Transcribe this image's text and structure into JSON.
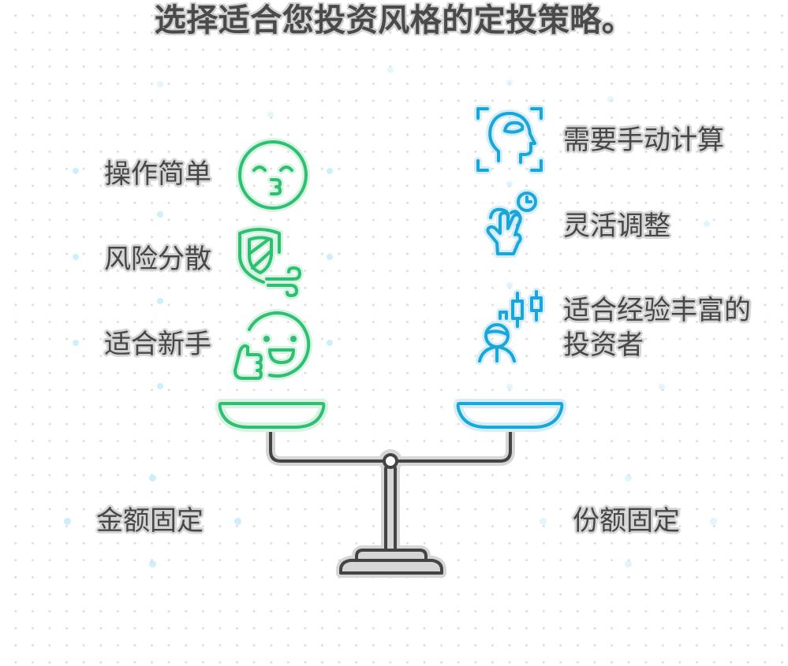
{
  "title": "选择适合您投资风格的定投策略。",
  "colors": {
    "green": "#2fbf71",
    "green_halo": "#d7f3e4",
    "blue": "#1ba6d9",
    "blue_halo": "#d3eef8",
    "text": "#474747",
    "scale": "#444444",
    "scale_halo": "#d6d6d6"
  },
  "left": {
    "strategy": "金额固定",
    "features": [
      {
        "label": "操作简单",
        "icon": "kissing-face-icon"
      },
      {
        "label": "风险分散",
        "icon": "shield-wind-icon"
      },
      {
        "label": "适合新手",
        "icon": "happy-face-thumbs-up-icon"
      }
    ]
  },
  "right": {
    "strategy": "份额固定",
    "features": [
      {
        "label": "需要手动计算",
        "icon": "head-scan-icon"
      },
      {
        "label": "灵活调整",
        "icon": "hand-gesture-clock-icon"
      },
      {
        "label_line1": "适合经验丰富的",
        "label_line2": "投资者",
        "icon": "investor-candlestick-icon"
      }
    ]
  }
}
